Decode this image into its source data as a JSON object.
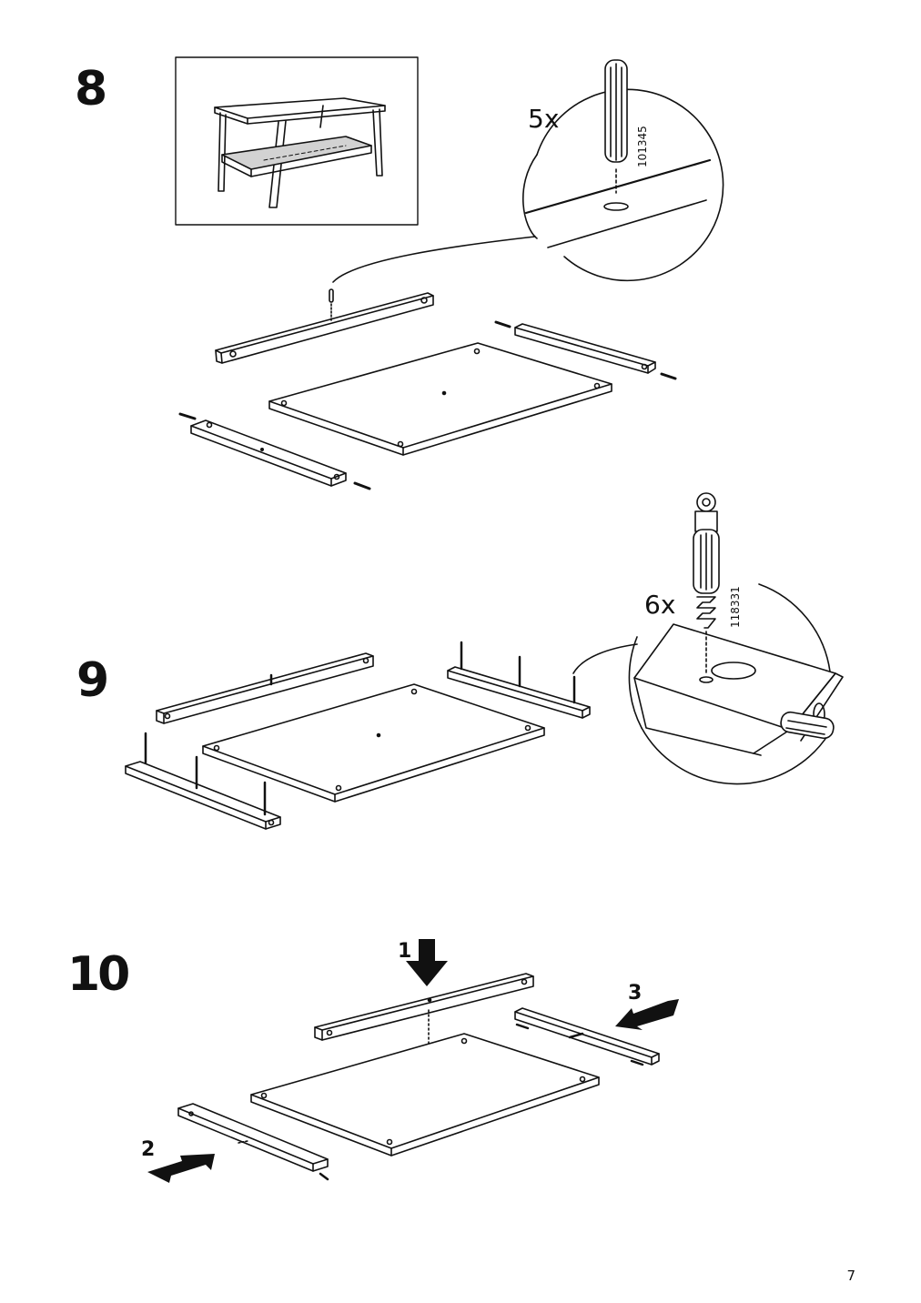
{
  "steps": [
    {
      "number": "8",
      "hardware": {
        "quantity": "5x",
        "part_number": "101345"
      }
    },
    {
      "number": "9",
      "hardware": {
        "quantity": "6x",
        "part_number": "118331"
      }
    },
    {
      "number": "10",
      "arrow_labels": [
        "1",
        "2",
        "3"
      ]
    }
  ],
  "page_number": "7"
}
